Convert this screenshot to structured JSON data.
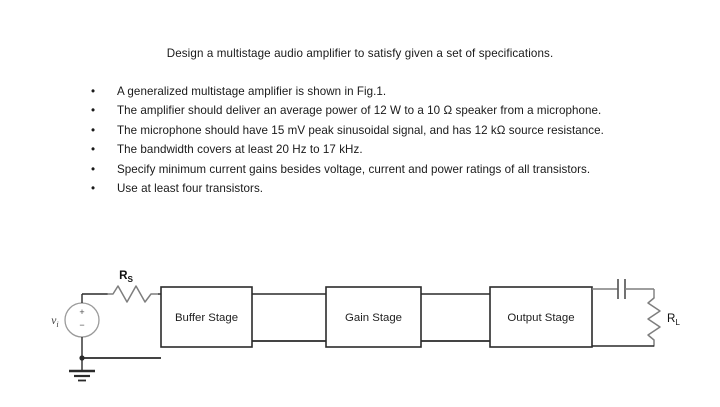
{
  "document": {
    "title": "Design a multistage audio amplifier to satisfy given a set of specifications.",
    "bullet_glyph": "•",
    "specifications": [
      "A generalized multistage amplifier is shown in Fig.1.",
      "The amplifier should deliver an average power of 12 W to a 10 Ω speaker from a microphone.",
      "The microphone should have 15 mV peak sinusoidal signal, and has 12 kΩ source resistance.",
      "The bandwidth covers at least 20 Hz to 17 kHz.",
      "Specify minimum current gains besides voltage, current and power ratings of all transistors.",
      "Use at least four transistors."
    ]
  },
  "figure": {
    "source": {
      "label": "v",
      "label_subscript": "i",
      "plus_sign": "+",
      "minus_sign": "−"
    },
    "series_resistor": {
      "label": "R",
      "label_subscript": "S"
    },
    "load_resistor": {
      "label": "R",
      "label_subscript": "L"
    },
    "stages": [
      {
        "label": "Buffer Stage"
      },
      {
        "label": "Gain Stage"
      },
      {
        "label": "Output Stage"
      }
    ]
  },
  "colors": {
    "background": "#ffffff",
    "text": "#191919",
    "wire": "#2a2a2a",
    "box_stroke": "#2b2b2b",
    "source_stroke": "#9a9a9a",
    "component_stroke": "#7e7e7e"
  }
}
